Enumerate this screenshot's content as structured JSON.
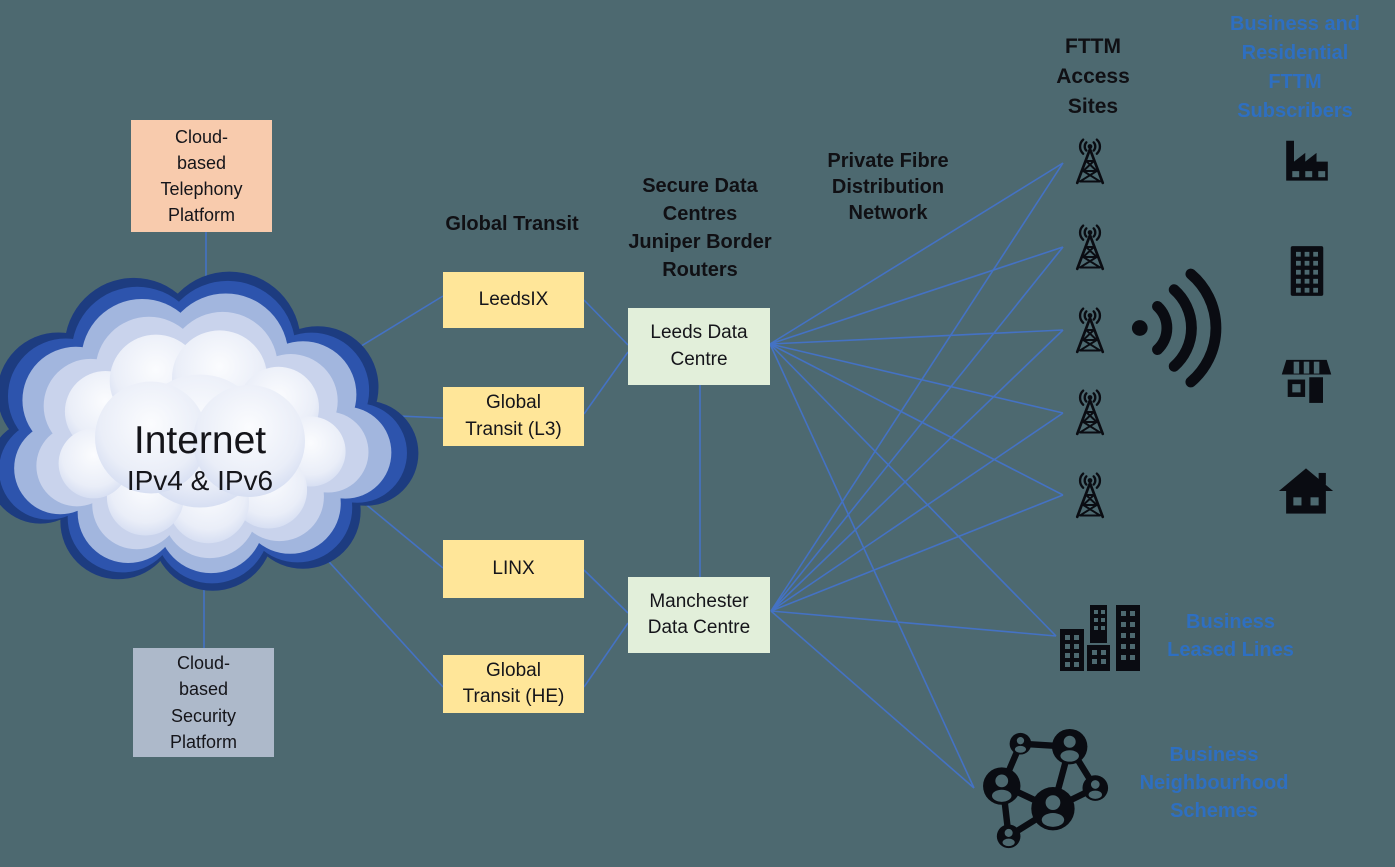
{
  "title": "ISP network architecture diagram",
  "colors": {
    "background": "#4D6970",
    "connector_blue": "#4472C4",
    "label_blue": "#2E6FC1",
    "node_yellow": "#FFE699",
    "node_green": "#E2EFDA",
    "node_peach": "#F8CBAD",
    "node_gray": "#ADB9CA",
    "icon_black": "#0A0C12",
    "cloud_outline": "#1D3C80",
    "cloud_band": "#2D54AD"
  },
  "cloud": {
    "title": "Internet",
    "subtitle": "IPv4 & IPv6"
  },
  "platforms": {
    "telephony": {
      "label": "Cloud-\nbased\nTelephony\nPlatform"
    },
    "security": {
      "label": "Cloud-\nbased\nSecurity\nPlatform"
    }
  },
  "transit": {
    "header": "Global Transit",
    "nodes": [
      {
        "label": "LeedsIX"
      },
      {
        "label": "Global\nTransit (L3)"
      },
      {
        "label": "LINX"
      },
      {
        "label": "Global\nTransit (HE)"
      }
    ]
  },
  "data_centres": {
    "header": "Secure Data\nCentres\nJuniper Border\nRouters",
    "nodes": [
      {
        "label": "Leeds Data\nCentre"
      },
      {
        "label": "Manchester\nData Centre"
      }
    ]
  },
  "fibre": {
    "header": "Private Fibre\nDistribution\nNetwork"
  },
  "access_sites": {
    "header": "FTTM\nAccess\nSites",
    "count": 5
  },
  "subscribers": {
    "header": "Business and\nResidential\nFTTM\nSubscribers"
  },
  "leased_lines": {
    "label": "Business\nLeased Lines"
  },
  "neighbourhood": {
    "label": "Business\nNeighbourhood\nSchemes"
  },
  "icons": {
    "tower": "radio-tower-icon",
    "wifi": "wireless-signal-icon",
    "factory": "factory-icon",
    "office": "office-building-icon",
    "shop": "storefront-icon",
    "house": "house-icon",
    "city": "city-buildings-icon",
    "network": "community-network-icon"
  }
}
